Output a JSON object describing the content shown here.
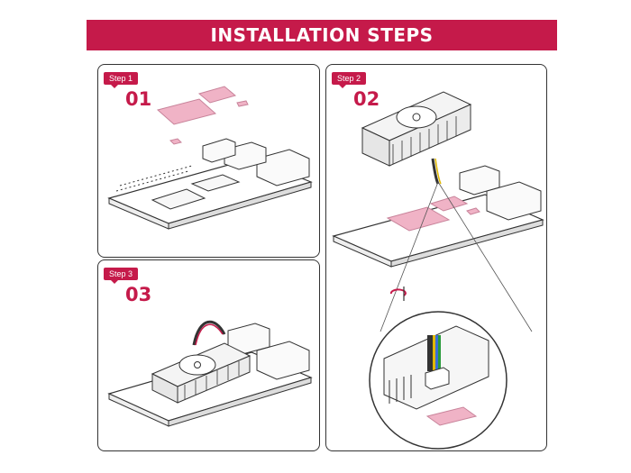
{
  "header": {
    "title": "INSTALLATION STEPS"
  },
  "steps": [
    {
      "tag": "Step 1",
      "number": "01"
    },
    {
      "tag": "Step 2",
      "number": "02"
    },
    {
      "tag": "Step 3",
      "number": "03"
    }
  ],
  "colors": {
    "brand": "#c51a4a",
    "pad": "#f0b3c6",
    "outline": "#333333"
  }
}
